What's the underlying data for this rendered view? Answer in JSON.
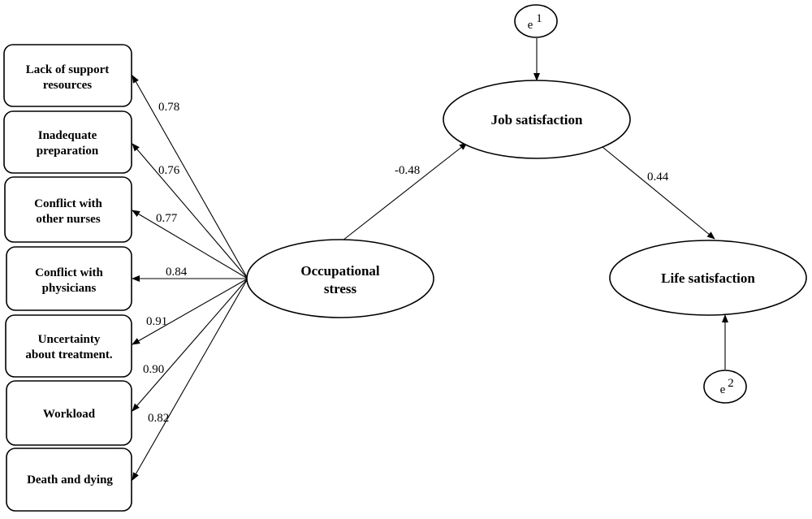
{
  "indicators": [
    {
      "line1": "Lack of support",
      "line2": "resources",
      "loading": "0.78"
    },
    {
      "line1": "Inadequate",
      "line2": "preparation",
      "loading": "0.76"
    },
    {
      "line1": "Conflict with",
      "line2": "other nurses",
      "loading": "0.77"
    },
    {
      "line1": "Conflict with",
      "line2": "physicians",
      "loading": "0.84"
    },
    {
      "line1": "Uncertainty",
      "line2": "about treatment.",
      "loading": "0.91"
    },
    {
      "line1": "Workload",
      "line2": "",
      "loading": "0.90"
    },
    {
      "line1": "Death and dying",
      "line2": "",
      "loading": "0.82"
    }
  ],
  "latent": {
    "occupational_stress": {
      "line1": "Occupational",
      "line2": "stress"
    },
    "job_satisfaction": "Job satisfaction",
    "life_satisfaction": "Life satisfaction"
  },
  "paths": {
    "stress_to_job": "-0.48",
    "job_to_life": "0.44"
  },
  "errors": {
    "e1": {
      "base": "e",
      "sup": "1"
    },
    "e2": {
      "base": "e",
      "sup": "2"
    }
  }
}
